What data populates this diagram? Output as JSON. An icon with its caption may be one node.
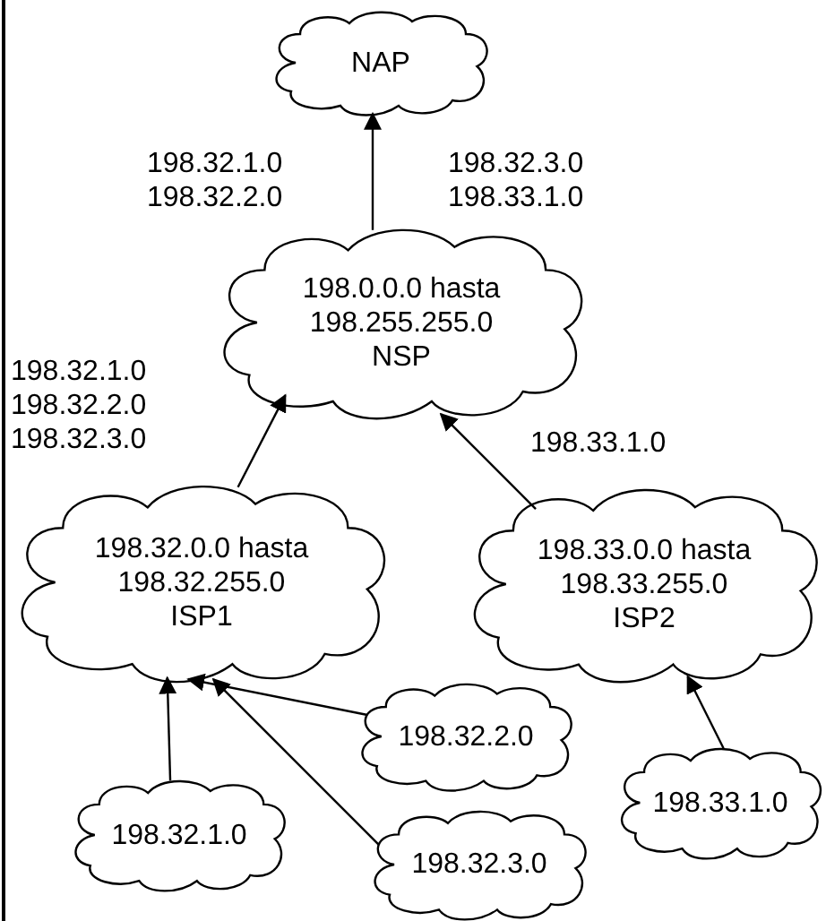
{
  "diagram": {
    "nodes": [
      {
        "text": [
          "NAP"
        ]
      },
      {
        "text": [
          "198.0.0.0 hasta 198.255.255.0",
          "NSP"
        ]
      },
      {
        "text": [
          "198.32.0.0 hasta 198.32.255.0",
          "ISP1"
        ]
      },
      {
        "text": [
          "198.33.0.0 hasta 198.33.255.0",
          "ISP2"
        ]
      },
      {
        "text": [
          "198.32.2.0"
        ]
      },
      {
        "text": [
          "198.33.1.0"
        ]
      },
      {
        "text": [
          "198.32.1.0"
        ]
      },
      {
        "text": [
          "198.32.3.0"
        ]
      }
    ],
    "edges": [
      {
        "from": 1,
        "to": 0,
        "arrow": "to"
      },
      {
        "from": 2,
        "to": 1,
        "arrow": "to"
      },
      {
        "from": 3,
        "to": 1,
        "arrow": "to"
      },
      {
        "from": 4,
        "to": 2,
        "arrow": "to"
      },
      {
        "from": 7,
        "to": 2,
        "arrow": "to"
      },
      {
        "from": 6,
        "to": 2,
        "arrow": "to"
      },
      {
        "from": 5,
        "to": 3,
        "arrow": "to"
      }
    ],
    "labels": [
      "198.32.1.0 198.32.2.0",
      "198.32.3.0 198.33.1.0",
      "198.32.1.0 198.32.2.0 198.32.3.0",
      "198.33.1.0"
    ]
  }
}
